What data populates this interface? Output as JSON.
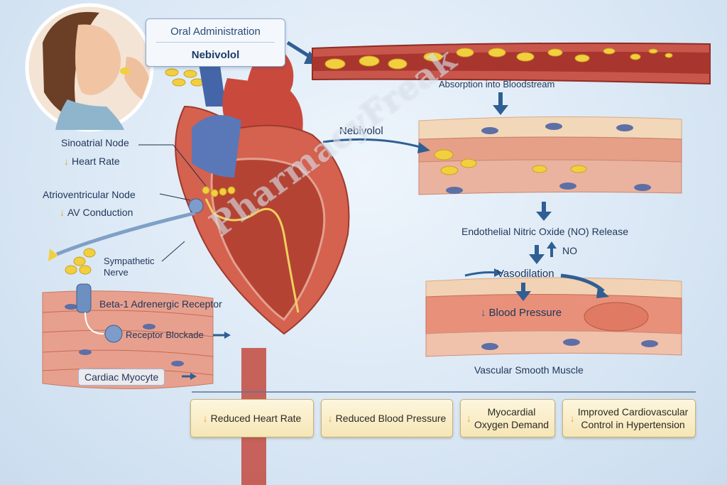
{
  "oral": {
    "title": "Oral Administration",
    "drug": "Nebivolol"
  },
  "heart_labels": {
    "sa_node": "Sinoatrial Node",
    "heart_rate": "Heart Rate",
    "av_node": "Atrioventricular Node",
    "av_conduction": "AV Conduction",
    "sympathetic_nerve_1": "Sympathetic",
    "sympathetic_nerve_2": "Nerve",
    "beta1_receptor": "Beta-1 Adrenergic Receptor",
    "receptor_blockade": "Receptor Blockade",
    "cardiac_myocyte": "Cardiac Myocyte"
  },
  "vessel_labels": {
    "absorption": "Absorption into Bloodstream",
    "nebivolol": "Nebivolol",
    "no_release": "Endothelial Nitric Oxide (NO) Release",
    "no_up": "NO",
    "vasodilation": "Vasodilation",
    "blood_pressure": "Blood Pressure",
    "smooth_muscle": "Vascular Smooth Muscle"
  },
  "summary": [
    {
      "line1": "Reduced Heart Rate",
      "line2": ""
    },
    {
      "line1": "Reduced Blood Pressure",
      "line2": ""
    },
    {
      "line1": "Myocardial",
      "line2": "Oxygen Demand"
    },
    {
      "line1": "Improved Cardiovascular",
      "line2": "Control in Hypertension"
    }
  ],
  "watermark": "PharmacyFreak",
  "colors": {
    "pill": "#f2cf3e",
    "vessel_red": "#a8362e",
    "arrow_blue": "#2f5f93",
    "down_arrow": "#e3a92b"
  }
}
